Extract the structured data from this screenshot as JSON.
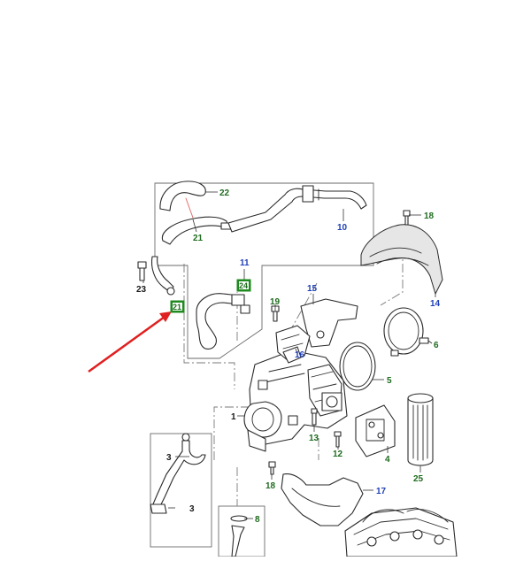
{
  "diagram": {
    "colors": {
      "callout_blue": "#1f3fb8",
      "callout_green": "#1e6b1e",
      "highlight_box": "#1f8a1f",
      "pointer_arrow": "#e02020"
    },
    "callouts": [
      {
        "id": "c1",
        "text": "1",
        "color": "black"
      },
      {
        "id": "c3a",
        "text": "3",
        "color": "black"
      },
      {
        "id": "c3b",
        "text": "3",
        "color": "black"
      },
      {
        "id": "c4",
        "text": "4",
        "color": "green"
      },
      {
        "id": "c5",
        "text": "5",
        "color": "green"
      },
      {
        "id": "c6",
        "text": "6",
        "color": "green"
      },
      {
        "id": "c8",
        "text": "8",
        "color": "green"
      },
      {
        "id": "c10",
        "text": "10",
        "color": "blue"
      },
      {
        "id": "c11",
        "text": "11",
        "color": "blue"
      },
      {
        "id": "c12",
        "text": "12",
        "color": "green"
      },
      {
        "id": "c13",
        "text": "13",
        "color": "green"
      },
      {
        "id": "c14",
        "text": "14",
        "color": "blue"
      },
      {
        "id": "c15",
        "text": "15",
        "color": "blue"
      },
      {
        "id": "c16",
        "text": "16",
        "color": "blue"
      },
      {
        "id": "c17",
        "text": "17",
        "color": "blue"
      },
      {
        "id": "c18a",
        "text": "18",
        "color": "green"
      },
      {
        "id": "c18b",
        "text": "18",
        "color": "green"
      },
      {
        "id": "c19",
        "text": "19",
        "color": "green"
      },
      {
        "id": "c21a",
        "text": "21",
        "color": "boxed"
      },
      {
        "id": "c21b",
        "text": "21",
        "color": "boxed"
      },
      {
        "id": "c22",
        "text": "22",
        "color": "green"
      },
      {
        "id": "c23",
        "text": "23",
        "color": "green"
      },
      {
        "id": "c24",
        "text": "24",
        "color": "black"
      },
      {
        "id": "c25",
        "text": "25",
        "color": "green"
      }
    ]
  }
}
